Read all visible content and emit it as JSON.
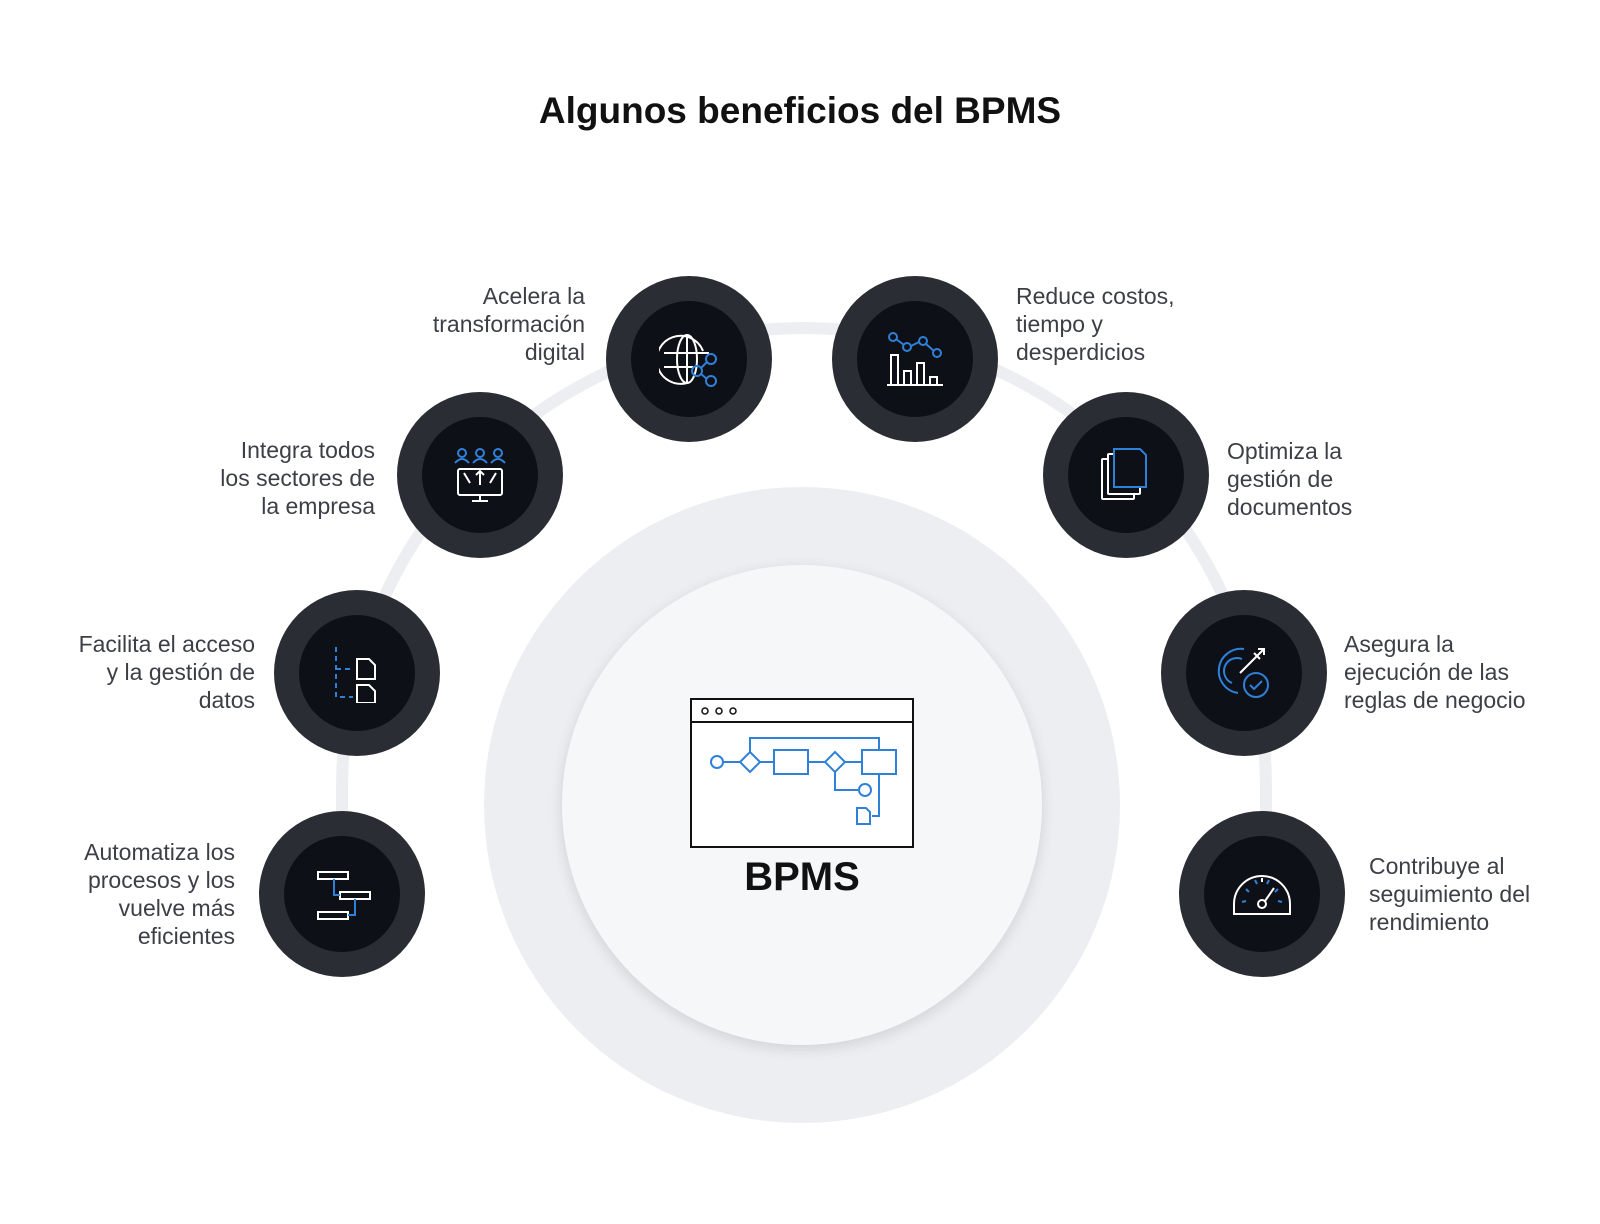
{
  "title": "Algunos beneficios del BPMS",
  "center": {
    "label": "BPMS",
    "icon": "bpms-process-window-icon"
  },
  "colors": {
    "accent": "#2f80d8",
    "node_outer": "#2a2d33",
    "node_inner": "#0d1117",
    "arc": "#eceef2"
  },
  "benefits": [
    {
      "text": "Automatiza los\nprocesos y los\nvuelve más\neficientes",
      "icon": "process-flow-icon"
    },
    {
      "text": "Facilita el acceso\ny la gestión de\ndatos",
      "icon": "file-tree-icon"
    },
    {
      "text": "Integra todos\nlos sectores de\nla empresa",
      "icon": "users-monitor-icon"
    },
    {
      "text": "Acelera la\ntransformación\ndigital",
      "icon": "globe-share-icon"
    },
    {
      "text": "Reduce costos,\ntiempo y\ndesperdicios",
      "icon": "bar-line-chart-icon"
    },
    {
      "text": "Optimiza la\ngestión de\ndocumentos",
      "icon": "documents-stack-icon"
    },
    {
      "text": "Asegura la\nejecución de las\nreglas de negocio",
      "icon": "target-check-icon"
    },
    {
      "text": "Contribuye al\nseguimiento del\nrendimiento",
      "icon": "speedometer-icon"
    }
  ]
}
